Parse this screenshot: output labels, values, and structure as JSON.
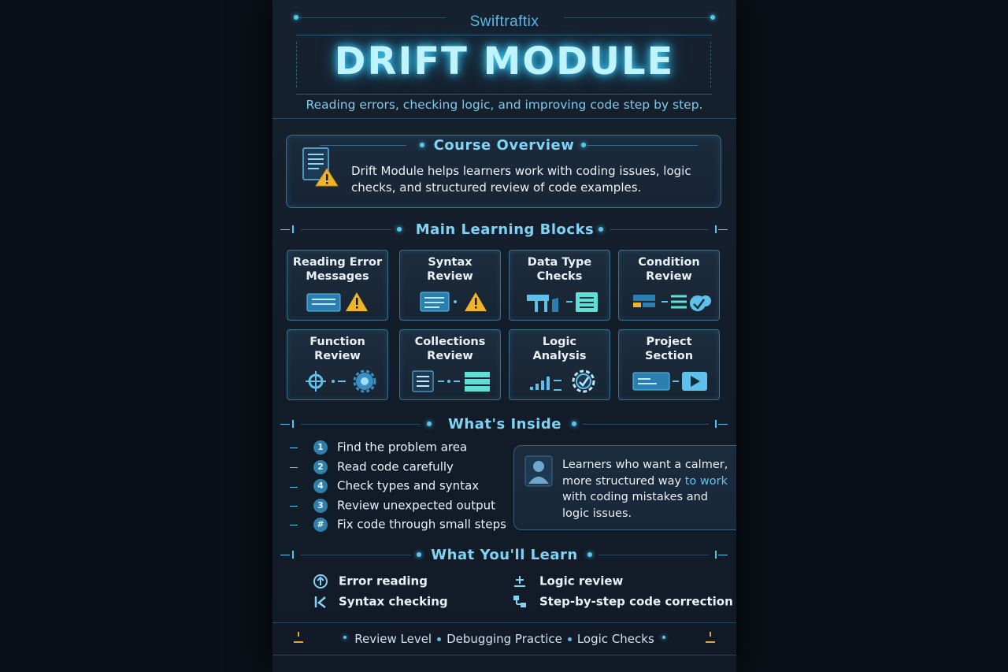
{
  "brand": "Swiftraftix",
  "title": "DRIFT MODULE",
  "subtitle": "Reading errors, checking logic, and improving code step by step.",
  "overview": {
    "heading": "Course Overview",
    "text": "Drift Module helps learners work with coding issues, logic checks, and structured review of code examples."
  },
  "blocks": {
    "heading": "Main Learning Blocks",
    "items": [
      {
        "label": "Reading Error\nMessages",
        "icon": "error-messages-icon"
      },
      {
        "label": "Syntax\nReview",
        "icon": "syntax-review-icon"
      },
      {
        "label": "Data Type\nChecks",
        "icon": "data-type-icon"
      },
      {
        "label": "Condition\nReview",
        "icon": "condition-review-icon"
      },
      {
        "label": "Function\nReview",
        "icon": "function-review-icon"
      },
      {
        "label": "Collections\nReview",
        "icon": "collections-review-icon"
      },
      {
        "label": "Logic\nAnalysis",
        "icon": "logic-analysis-icon"
      },
      {
        "label": "Project\nSection",
        "icon": "project-section-icon"
      }
    ]
  },
  "inside": {
    "heading": "What's Inside",
    "items": [
      {
        "num": "1",
        "text": "Find the problem area"
      },
      {
        "num": "2",
        "text": "Read code carefully"
      },
      {
        "num": "4",
        "text": "Check types and syntax"
      },
      {
        "num": "3",
        "text": "Review unexpected output"
      },
      {
        "num": "#",
        "text": "Fix code through small steps"
      }
    ],
    "who": {
      "part1": "Learners who want a calmer, more structured way ",
      "accent": "to work",
      "part2": " with coding mistakes and logic issues."
    }
  },
  "learn": {
    "heading": "What You'll Learn",
    "items": [
      {
        "text": "Error reading",
        "icon": "error-reading-icon"
      },
      {
        "text": "Logic review",
        "icon": "logic-review-icon"
      },
      {
        "text": "Syntax checking",
        "icon": "syntax-checking-icon"
      },
      {
        "text": "Step-by-step code correction",
        "icon": "code-correction-icon"
      }
    ]
  },
  "footer": {
    "items": [
      "Review Level",
      "Debugging Practice",
      "Logic Checks"
    ]
  },
  "colors": {
    "background": "#0b0f17",
    "panel": "#16212f",
    "accent": "#52c8f0",
    "title_glow": "#3fd4ff",
    "warning": "#f0b429"
  }
}
